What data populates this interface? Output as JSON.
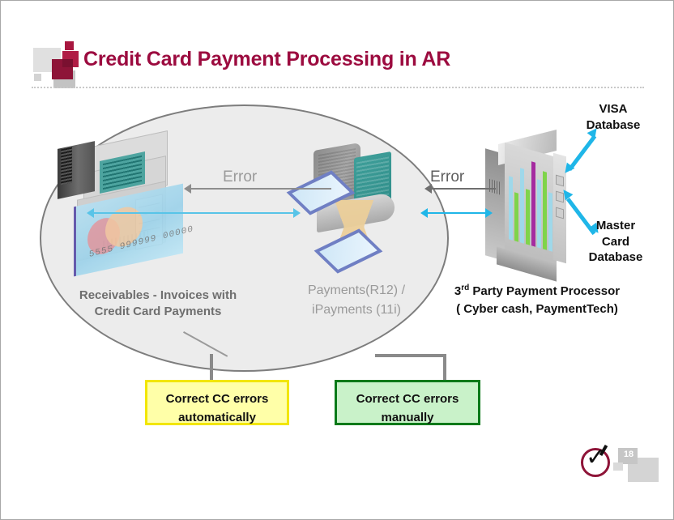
{
  "slide": {
    "title": "Credit Card Payment Processing in AR",
    "title_color": "#9c0b3f",
    "page_number": "18"
  },
  "diagram": {
    "labels": {
      "receivables_line1": "Receivables - Invoices with",
      "receivables_line2": "Credit Card Payments",
      "payments_line1": "Payments(R12) /",
      "payments_line2": "iPayments (11i)",
      "processor_prefix": "3",
      "processor_sup": "rd",
      "processor_line1": " Party Payment Processor",
      "processor_line2": "( Cyber cash, PaymentTech)",
      "visa_line1": "VISA",
      "visa_line2": "Database",
      "mastercard_line1": "Master",
      "mastercard_line2": "Card",
      "mastercard_line3": "Database"
    },
    "arrows": {
      "error_left_label": "Error",
      "error_right_label": "Error",
      "flow_color": "#1fb6e8",
      "error_color": "#8d8d8d"
    },
    "card_number": "5555  999999  00000"
  },
  "callouts": {
    "automatic": {
      "line1": "Correct CC errors",
      "line2": "automatically",
      "fill": "#ffffa8",
      "border": "#f2e600"
    },
    "manual": {
      "line1": "Correct CC errors",
      "line2": "manually",
      "fill": "#c9f2c9",
      "border": "#0a7a19"
    }
  }
}
